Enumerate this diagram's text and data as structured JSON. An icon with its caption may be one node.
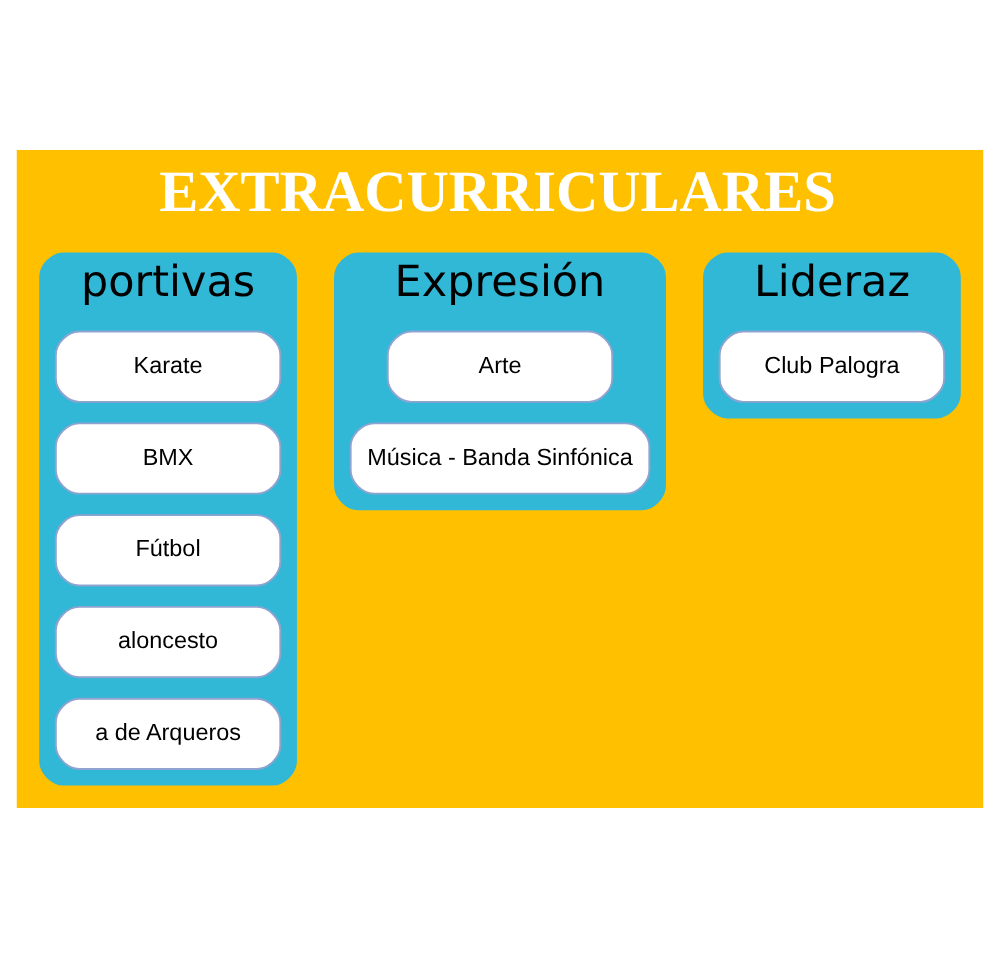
{
  "diagram": {
    "title": "EXTRACURRICULARES",
    "nodes": [
      {
        "text": [
          "portivas"
        ]
      },
      {
        "text": [
          "Karate"
        ],
        "in": 0
      },
      {
        "text": [
          "BMX"
        ],
        "in": 0
      },
      {
        "text": [
          "Fútbol"
        ],
        "in": 0
      },
      {
        "text": [
          "aloncesto"
        ],
        "in": 0
      },
      {
        "text": [
          "a de Arqueros"
        ],
        "in": 0
      },
      {
        "text": [
          "Expresión"
        ]
      },
      {
        "text": [
          "Arte"
        ],
        "in": 6
      },
      {
        "text": [
          "Música - Banda Sinfónica"
        ],
        "in": 6
      },
      {
        "text": [
          "Lideraz"
        ]
      },
      {
        "text": [
          "Club Palogra"
        ],
        "in": 9
      }
    ]
  }
}
